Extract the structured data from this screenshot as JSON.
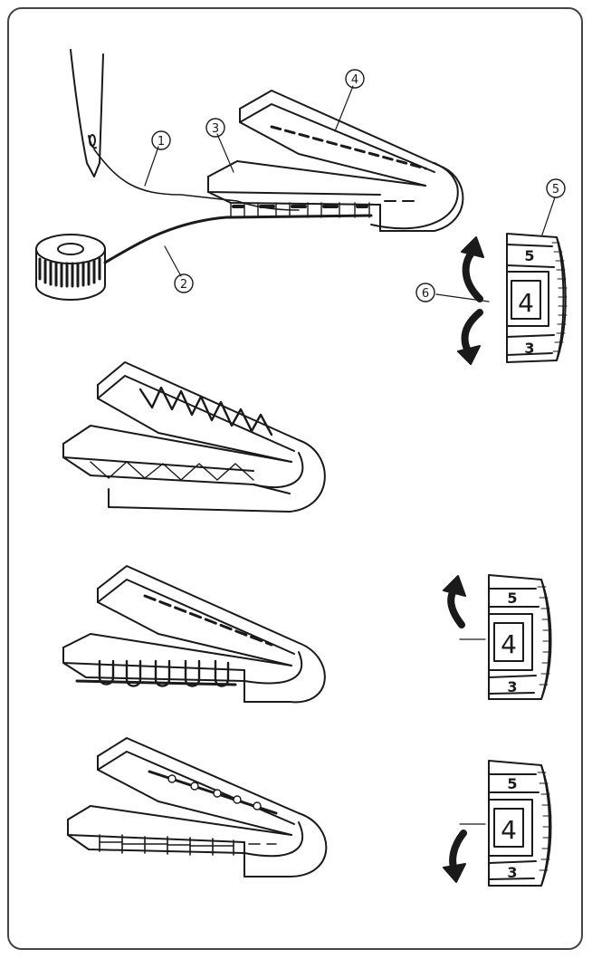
{
  "callouts": {
    "c1": "①",
    "c2": "②",
    "c3": "③",
    "c4": "④",
    "c5": "⑤",
    "c6": "⑥"
  },
  "dials": [
    {
      "top": "5",
      "middle": "4",
      "bottom": "3",
      "arrow": "both"
    },
    {
      "top": "5",
      "middle": "4",
      "bottom": "3",
      "arrow": "up"
    },
    {
      "top": "5",
      "middle": "4",
      "bottom": "3",
      "arrow": "down"
    }
  ],
  "colors": {
    "line": "#1a1a1a",
    "frame": "#444444"
  }
}
